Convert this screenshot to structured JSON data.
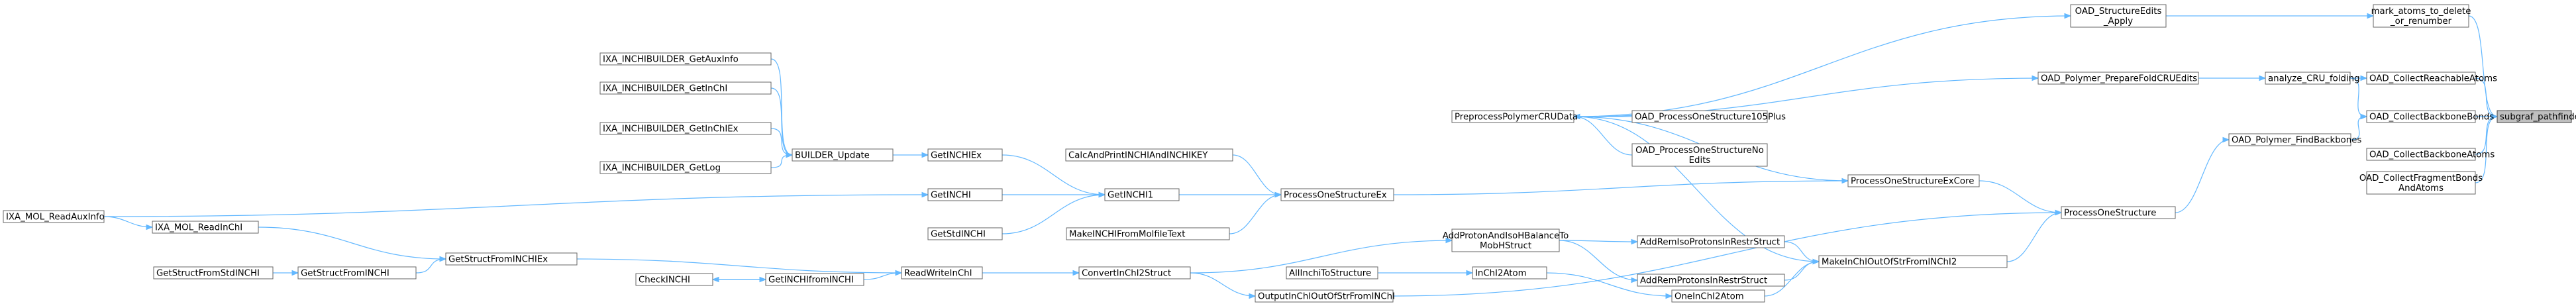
{
  "graph": {
    "root": "subgraf_pathfinder_free",
    "nodes": [
      {
        "id": "n0",
        "label": [
          "subgraf_pathfinder_free"
        ],
        "root": true
      },
      {
        "id": "n1",
        "label": [
          "mark_atoms_to_delete",
          "_or_renumber"
        ]
      },
      {
        "id": "n2",
        "label": [
          "OAD_CollectReachableAtoms"
        ]
      },
      {
        "id": "n3",
        "label": [
          "OAD_CollectBackboneBonds"
        ]
      },
      {
        "id": "n4",
        "label": [
          "OAD_CollectBackboneAtoms"
        ]
      },
      {
        "id": "n5",
        "label": [
          "OAD_CollectFragmentBonds",
          "AndAtoms"
        ]
      },
      {
        "id": "n6",
        "label": [
          "OAD_StructureEdits",
          "_Apply"
        ]
      },
      {
        "id": "n7",
        "label": [
          "analyze_CRU_folding"
        ]
      },
      {
        "id": "n8",
        "label": [
          "OAD_Polymer_FindBackbones"
        ]
      },
      {
        "id": "n9",
        "label": [
          "OAD_Polymer_PrepareFoldCRUEdits"
        ]
      },
      {
        "id": "n10",
        "label": [
          "ProcessOneStructure"
        ]
      },
      {
        "id": "n11",
        "label": [
          "PreprocessPolymerCRUData"
        ]
      },
      {
        "id": "n12",
        "label": [
          "OAD_ProcessOneStructure105Plus"
        ]
      },
      {
        "id": "n13",
        "label": [
          "OAD_ProcessOneStructureNo",
          "Edits"
        ]
      },
      {
        "id": "n14",
        "label": [
          "ProcessOneStructureExCore"
        ]
      },
      {
        "id": "n15",
        "label": [
          "MakeInChIOutOfStrFromINChI2"
        ]
      },
      {
        "id": "n16",
        "label": [
          "OutputInChIOutOfStrFromINChI"
        ]
      },
      {
        "id": "n17",
        "label": [
          "ProcessOneStructureEx"
        ]
      },
      {
        "id": "n18",
        "label": [
          "AddRemIsoProtonsInRestrStruct"
        ]
      },
      {
        "id": "n19",
        "label": [
          "AddRemProtonsInRestrStruct"
        ]
      },
      {
        "id": "n20",
        "label": [
          "OneInChI2Atom"
        ]
      },
      {
        "id": "n21",
        "label": [
          "AddProtonAndIsoHBalanceTo",
          "MobHStruct"
        ]
      },
      {
        "id": "n22",
        "label": [
          "InChI2Atom"
        ]
      },
      {
        "id": "n23",
        "label": [
          "CalcAndPrintINCHIAndINCHIKEY"
        ]
      },
      {
        "id": "n24",
        "label": [
          "GetINCHI1"
        ]
      },
      {
        "id": "n25",
        "label": [
          "MakeINCHIFromMolfileText"
        ]
      },
      {
        "id": "n26",
        "label": [
          "ConvertInChI2Struct"
        ]
      },
      {
        "id": "n27",
        "label": [
          "AllInchiToStructure"
        ]
      },
      {
        "id": "n28",
        "label": [
          "GetINCHIEx"
        ]
      },
      {
        "id": "n29",
        "label": [
          "GetINCHI"
        ]
      },
      {
        "id": "n30",
        "label": [
          "GetStdINCHI"
        ]
      },
      {
        "id": "n31",
        "label": [
          "ReadWriteInChI"
        ]
      },
      {
        "id": "n32",
        "label": [
          "BUILDER_Update"
        ]
      },
      {
        "id": "n33",
        "label": [
          "IXA_MOL_ReadAuxInfo"
        ]
      },
      {
        "id": "n34",
        "label": [
          "GetINCHIfromINCHI"
        ]
      },
      {
        "id": "n35",
        "label": [
          "GetStructFromINCHIEx"
        ]
      },
      {
        "id": "n36",
        "label": [
          "IXA_INCHIBUILDER_GetAuxInfo"
        ]
      },
      {
        "id": "n37",
        "label": [
          "IXA_INCHIBUILDER_GetInChI"
        ]
      },
      {
        "id": "n38",
        "label": [
          "IXA_INCHIBUILDER_GetInChIEx"
        ]
      },
      {
        "id": "n39",
        "label": [
          "IXA_INCHIBUILDER_GetLog"
        ]
      },
      {
        "id": "n40",
        "label": [
          "CheckINCHI"
        ]
      },
      {
        "id": "n41",
        "label": [
          "GetStructFromINCHI"
        ]
      },
      {
        "id": "n42",
        "label": [
          "IXA_MOL_ReadInChI"
        ]
      },
      {
        "id": "n43",
        "label": [
          "GetStructFromStdINCHI"
        ]
      }
    ],
    "edges": [
      [
        "n1",
        "n0"
      ],
      [
        "n2",
        "n0"
      ],
      [
        "n3",
        "n0"
      ],
      [
        "n4",
        "n0"
      ],
      [
        "n5",
        "n0"
      ],
      [
        "n6",
        "n1"
      ],
      [
        "n7",
        "n2"
      ],
      [
        "n7",
        "n3"
      ],
      [
        "n8",
        "n3"
      ],
      [
        "n9",
        "n7"
      ],
      [
        "n10",
        "n8"
      ],
      [
        "n11",
        "n6"
      ],
      [
        "n11",
        "n9"
      ],
      [
        "n12",
        "n11"
      ],
      [
        "n13",
        "n11"
      ],
      [
        "n14",
        "n11"
      ],
      [
        "n15",
        "n11"
      ],
      [
        "n16",
        "n10"
      ],
      [
        "n14",
        "n10"
      ],
      [
        "n15",
        "n10"
      ],
      [
        "n17",
        "n14"
      ],
      [
        "n18",
        "n15"
      ],
      [
        "n19",
        "n15"
      ],
      [
        "n20",
        "n15"
      ],
      [
        "n21",
        "n18"
      ],
      [
        "n21",
        "n19"
      ],
      [
        "n22",
        "n20"
      ],
      [
        "n23",
        "n17"
      ],
      [
        "n24",
        "n17"
      ],
      [
        "n25",
        "n17"
      ],
      [
        "n26",
        "n21"
      ],
      [
        "n27",
        "n22"
      ],
      [
        "n28",
        "n24"
      ],
      [
        "n29",
        "n24"
      ],
      [
        "n30",
        "n24"
      ],
      [
        "n31",
        "n26"
      ],
      [
        "n26",
        "n16"
      ],
      [
        "n32",
        "n28"
      ],
      [
        "n33",
        "n29"
      ],
      [
        "n34",
        "n31"
      ],
      [
        "n35",
        "n31"
      ],
      [
        "n36",
        "n32"
      ],
      [
        "n37",
        "n32"
      ],
      [
        "n38",
        "n32"
      ],
      [
        "n39",
        "n32"
      ],
      [
        "n40",
        "n34"
      ],
      [
        "n34",
        "n40"
      ],
      [
        "n41",
        "n35"
      ],
      [
        "n42",
        "n35"
      ],
      [
        "n43",
        "n41"
      ],
      [
        "n33",
        "n42"
      ]
    ]
  }
}
